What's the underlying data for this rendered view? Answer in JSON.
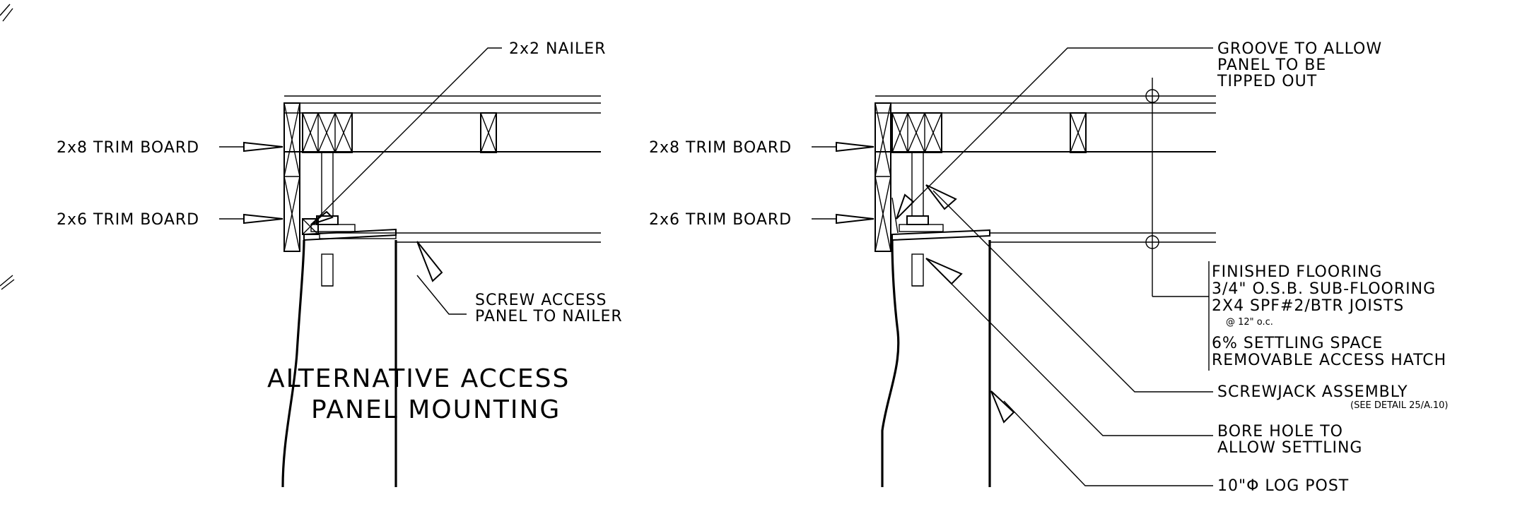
{
  "left_detail": {
    "nailer_label": "2x2 NAILER",
    "trim_2x8_label": "2x8 TRIM BOARD",
    "trim_2x6_label": "2x6 TRIM BOARD",
    "screw_label_1": "SCREW ACCESS",
    "screw_label_2": "PANEL TO NAILER",
    "title_1": "ALTERNATIVE ACCESS",
    "title_2": "PANEL MOUNTING"
  },
  "right_detail": {
    "groove_label_1": "GROOVE TO ALLOW",
    "groove_label_2": "PANEL TO BE",
    "groove_label_3": "TIPPED OUT",
    "trim_2x8_label": "2x8 TRIM BOARD",
    "trim_2x6_label": "2x6 TRIM BOARD",
    "layers": [
      "FINISHED FLOORING",
      "3/4\" O.S.B. SUB-FLOORING",
      "2X4 SPF#2/BTR JOISTS",
      "@ 12\" o.c.",
      "6% SETTLING SPACE",
      "REMOVABLE ACCESS HATCH"
    ],
    "screwjack_label": "SCREWJACK ASSEMBLY",
    "screwjack_note": "(SEE DETAIL 25/A.10)",
    "bore_label_1": "BORE HOLE TO",
    "bore_label_2": "ALLOW SETTLING",
    "post_label": "10\"Φ LOG POST"
  }
}
